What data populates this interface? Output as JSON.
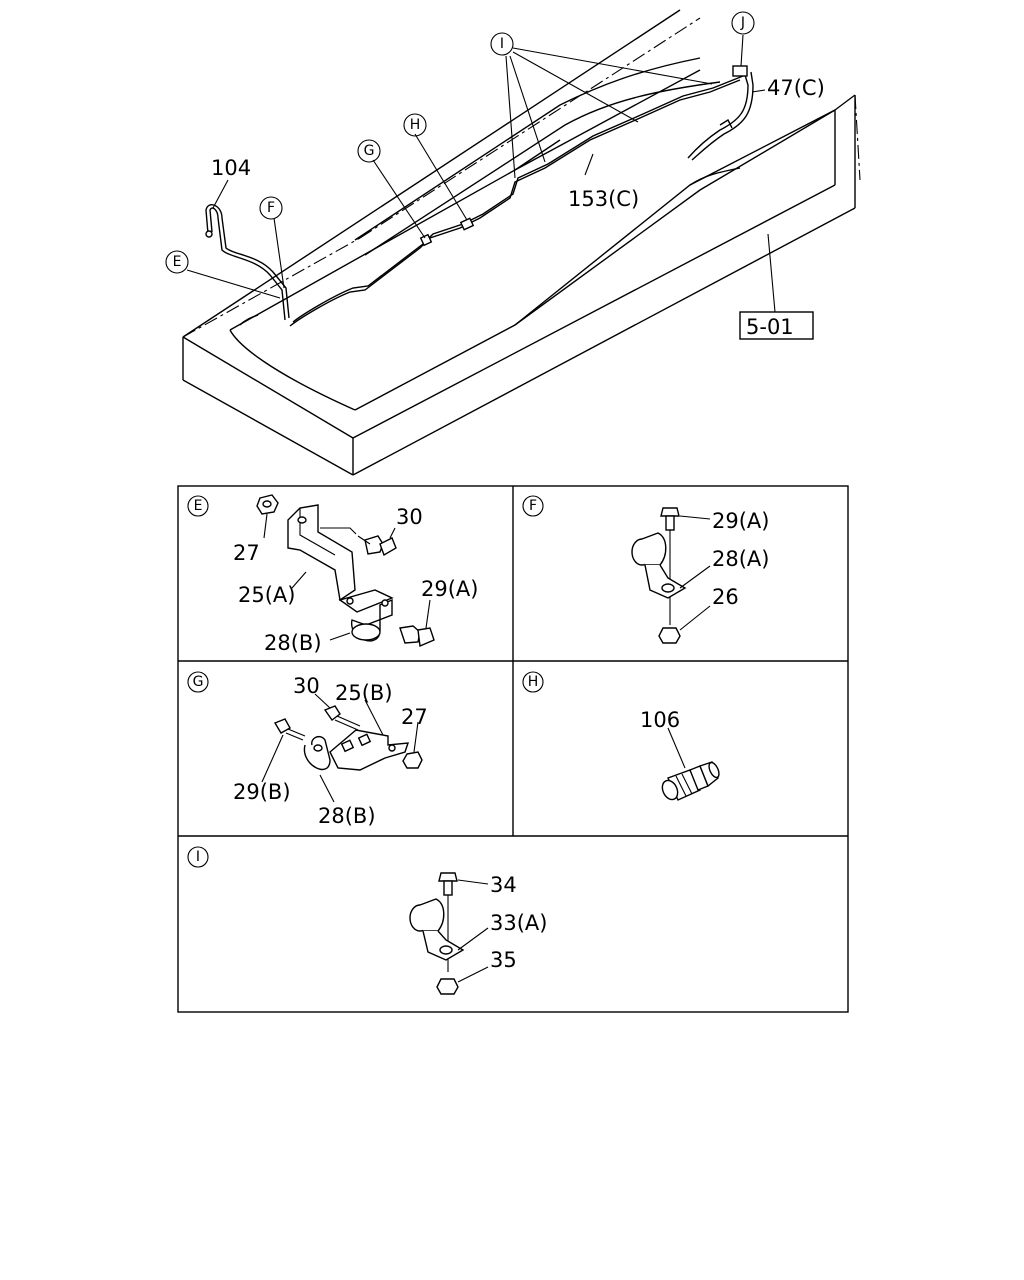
{
  "overview": {
    "callout_I": "I",
    "callout_J": "J",
    "callout_H": "H",
    "callout_G": "G",
    "callout_F": "F",
    "callout_E": "E",
    "label_47C": "47(C)",
    "label_153C": "153(C)",
    "label_104": "104",
    "label_ref": "5-01"
  },
  "panels": {
    "E": {
      "callout": "E",
      "labels": [
        "27",
        "30",
        "25(A)",
        "29(A)",
        "28(B)"
      ]
    },
    "F": {
      "callout": "F",
      "labels": [
        "29(A)",
        "28(A)",
        "26"
      ]
    },
    "G": {
      "callout": "G",
      "labels": [
        "30",
        "25(B)",
        "27",
        "29(B)",
        "28(B)"
      ]
    },
    "H": {
      "callout": "H",
      "labels": [
        "106"
      ]
    },
    "I": {
      "callout": "I",
      "labels": [
        "34",
        "33(A)",
        "35"
      ]
    }
  }
}
